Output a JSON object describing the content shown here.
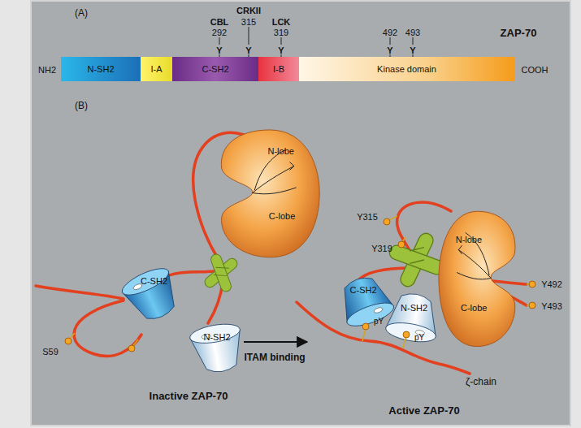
{
  "diagram": {
    "nodes": [
      {
        "text": [
          "N-SH2"
        ]
      },
      {
        "text": [
          "I-A"
        ]
      },
      {
        "text": [
          "C-SH2"
        ]
      },
      {
        "text": [
          "I-B"
        ]
      },
      {
        "text": [
          "Kinase domain"
        ]
      },
      {
        "text": [
          "N-lobe",
          "C-lobe"
        ]
      },
      {
        "text": [
          "C-SH2"
        ]
      },
      {
        "text": [
          "N-SH2"
        ]
      },
      {
        "text": [
          "C-SH2"
        ]
      },
      {
        "text": [
          "N-SH2"
        ]
      },
      {
        "text": [
          "N-lobe",
          "C-lobe"
        ]
      }
    ],
    "labels": [
      "(A)",
      "ZAP-70",
      "NH2",
      "COOH",
      "CBL",
      "292",
      "CRKII",
      "315",
      "LCK",
      "319",
      "492",
      "493",
      "Y",
      "Y",
      "Y",
      "Y",
      "Y",
      "(B)",
      "S59",
      "ITAM binding",
      "Inactive ZAP-70",
      "Y315",
      "Y319",
      "Y492",
      "Y493",
      "pY",
      "pY",
      "ζ-chain",
      "Active ZAP-70"
    ]
  }
}
